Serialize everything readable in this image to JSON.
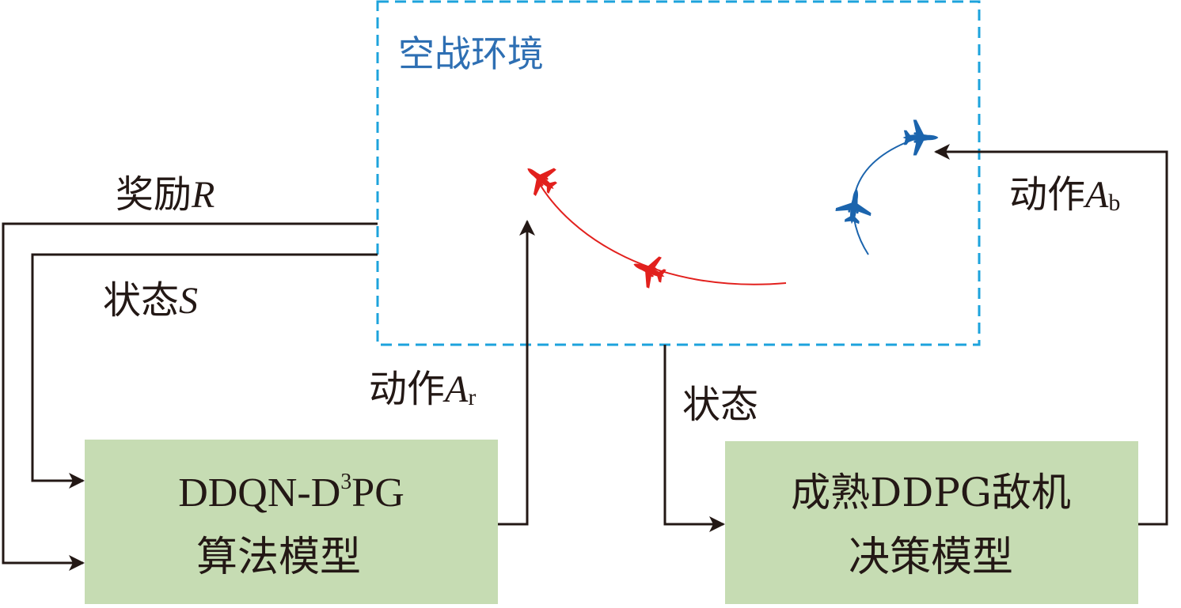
{
  "environment": {
    "title": "空战环境"
  },
  "signals": {
    "reward_prefix": "奖励",
    "reward_symbol": "R",
    "state_prefix": "状态",
    "state_symbol": "S",
    "action_red_prefix": "动作",
    "action_red_symbol": "A",
    "action_red_sub": "r",
    "action_blue_prefix": "动作",
    "action_blue_symbol": "A",
    "action_blue_sub": "b",
    "state_to_enemy": "状态"
  },
  "models": {
    "agent": {
      "line1_a": "DDQN-D",
      "line1_sup": "3",
      "line1_b": "PG",
      "line2": "算法模型"
    },
    "enemy": {
      "line1": "成熟DDPG敌机",
      "line2": "决策模型"
    }
  },
  "colors": {
    "env_border": "#1da3dc",
    "env_title": "#2e6fb3",
    "model_fill": "#c6dcb3",
    "red_aircraft": "#e2201d",
    "blue_aircraft": "#1b64ad",
    "arrow": "#231815"
  },
  "icons": {
    "red_aircraft": "fighter-jet-icon",
    "blue_aircraft": "fighter-jet-icon"
  }
}
